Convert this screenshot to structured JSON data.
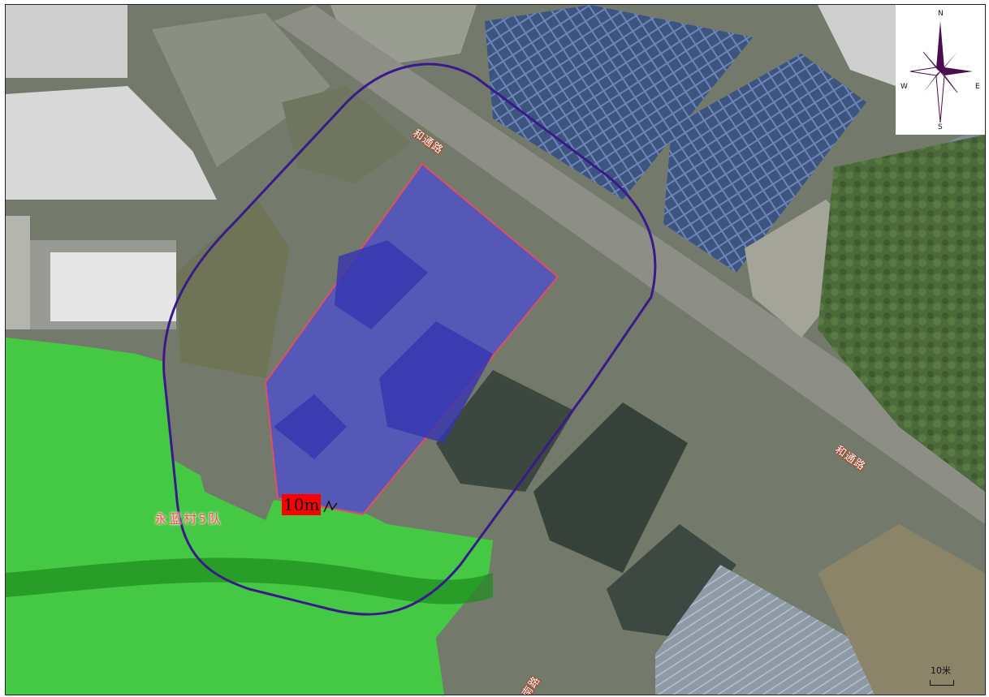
{
  "map": {
    "road_label_top": "和通路",
    "road_label_right": "和通路",
    "road_label_bottom": "南路",
    "village_label": "永蓝村5队",
    "distance_label": "10m",
    "compass": {
      "north": "N",
      "east": "E",
      "south": "S",
      "west": "W"
    },
    "scale_label": "10米",
    "colors": {
      "site_fill": "#4a4ad8",
      "site_border": "#e05060",
      "buffer_line": "#3a1a8a",
      "residential_zone": "#33e633",
      "distance_box": "#ff0000"
    }
  }
}
